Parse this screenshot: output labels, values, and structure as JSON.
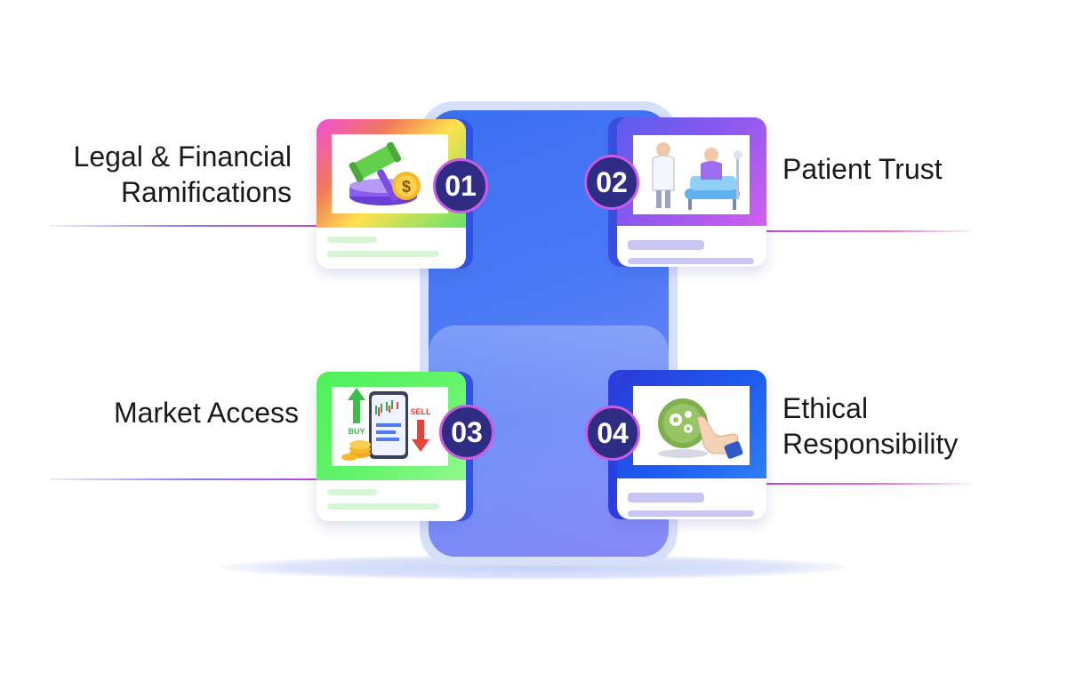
{
  "items": [
    {
      "number": "01",
      "label_line1": "Legal & Financial",
      "label_line2": "Ramifications",
      "icon": "gavel-coin-icon"
    },
    {
      "number": "02",
      "label_line1": "Patient Trust",
      "label_line2": "",
      "icon": "doctor-patient-icon"
    },
    {
      "number": "03",
      "label_line1": "Market Access",
      "label_line2": "",
      "icon": "stock-market-icon"
    },
    {
      "number": "04",
      "label_line1": "Ethical",
      "label_line2": "Responsibility",
      "icon": "gear-touch-icon"
    }
  ],
  "stock_labels": {
    "buy": "BUY",
    "sell": "SELL"
  },
  "colors": {
    "badge": "#2f2c84",
    "phone": "#3b6ff2",
    "card1_gradient": "#f24fd6",
    "card2_gradient": "#8a58ee",
    "card3_gradient": "#4ef05b",
    "card4_gradient": "#1d5cf0"
  }
}
